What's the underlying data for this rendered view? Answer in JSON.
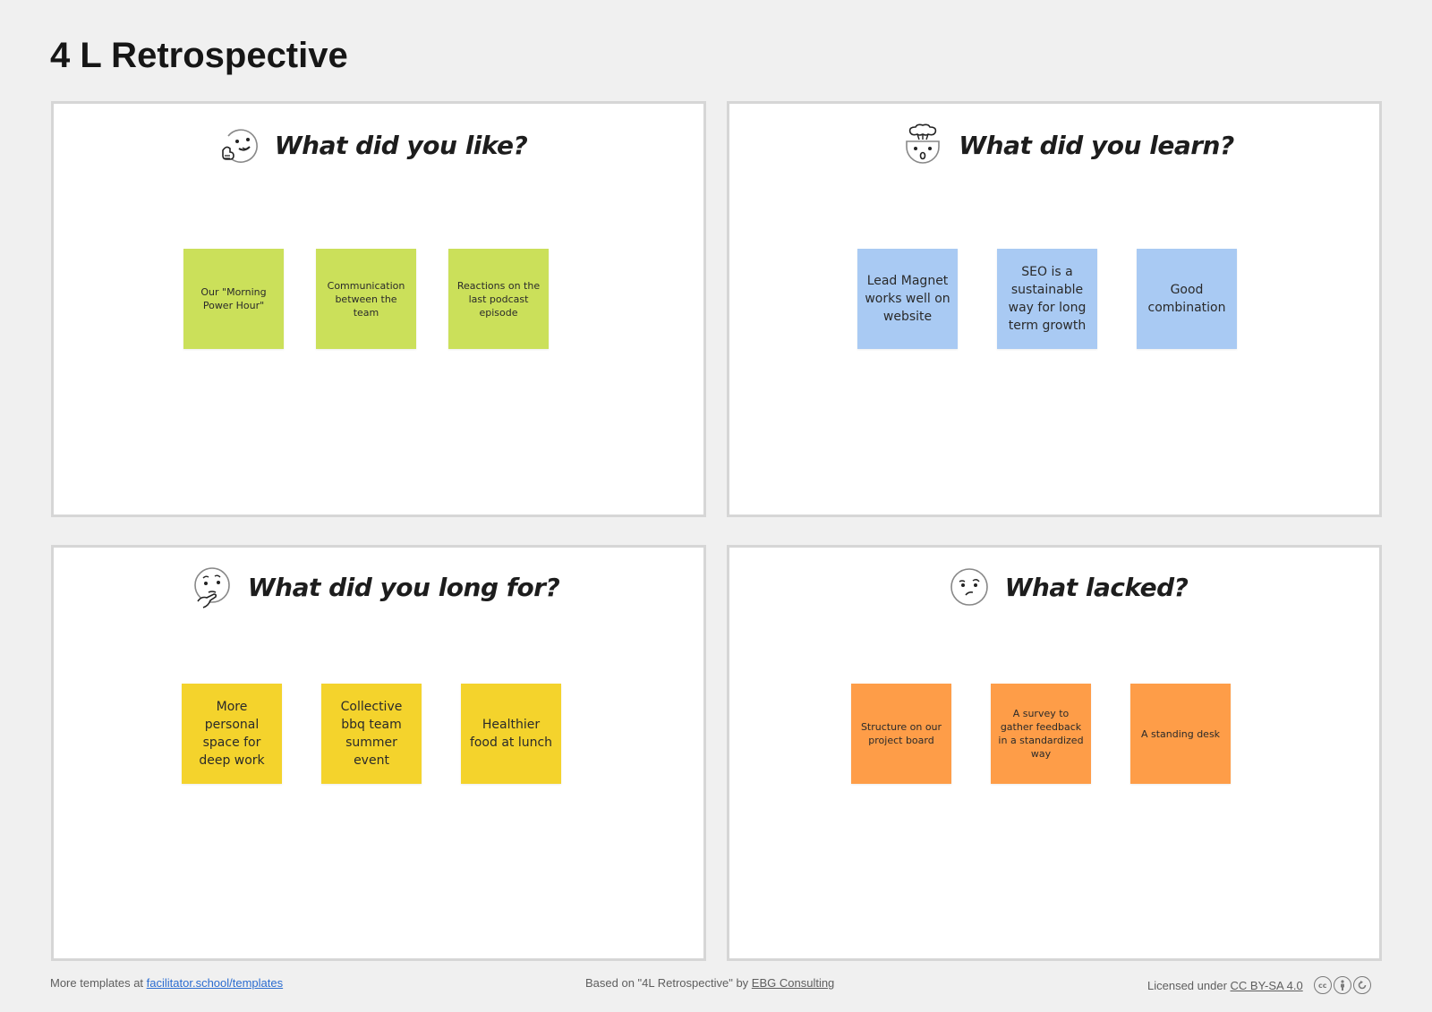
{
  "page": {
    "title": "4 L Retrospective",
    "background": "#f0f0f0"
  },
  "sections": {
    "like": {
      "heading": "What did you like?",
      "icon": "thumbs-up-wink-emoji-icon",
      "note_color": "#cbe05a",
      "notes": [
        "Our \"Morning Power Hour\"",
        "Communication between the team",
        "Reactions on the last podcast episode"
      ]
    },
    "learn": {
      "heading": "What did you learn?",
      "icon": "mind-blown-emoji-icon",
      "note_color": "#a9caf3",
      "notes": [
        "Lead Magnet works well on website",
        "SEO is a sustainable way for long term growth",
        "Good combination"
      ]
    },
    "long": {
      "heading": "What did you long for?",
      "icon": "thinking-emoji-icon",
      "note_color": "#f4d32c",
      "notes": [
        "More personal space for deep work",
        "Collective bbq team summer event",
        "Healthier food at lunch"
      ]
    },
    "lacked": {
      "heading": "What lacked?",
      "icon": "confused-emoji-icon",
      "note_color": "#fe9d48",
      "notes": [
        "Structure on our project board",
        "A survey to gather feedback in a standardized way",
        "A standing desk"
      ]
    }
  },
  "footer": {
    "left_prefix": "More templates at ",
    "left_link": "facilitator.school/templates",
    "center_prefix": "Based on \"4L Retrospective\" by ",
    "center_link": "EBG Consulting",
    "right_prefix": "Licensed under ",
    "right_link": "CC BY-SA 4.0",
    "license_icons": [
      "cc-icon",
      "by-icon",
      "sa-icon"
    ]
  }
}
